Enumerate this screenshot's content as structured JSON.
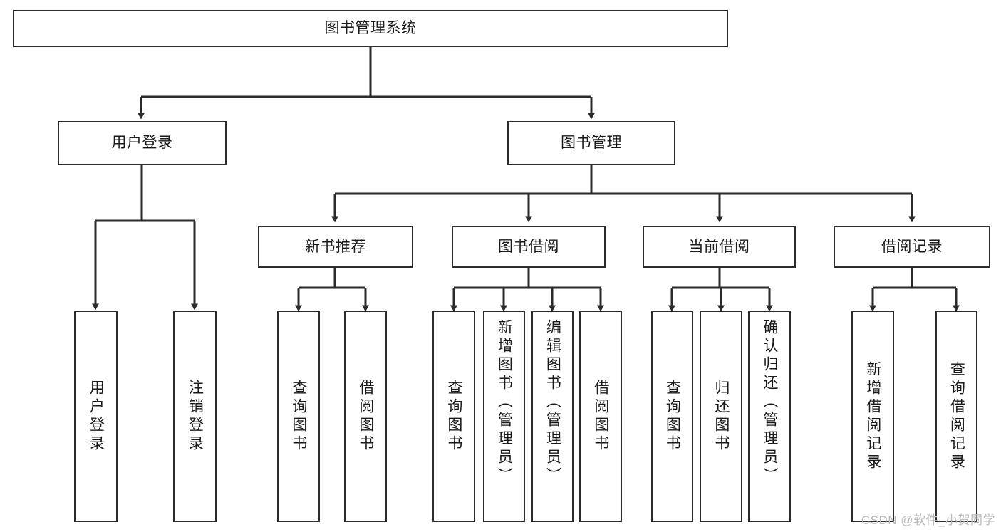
{
  "diagram": {
    "title": "图书管理系统",
    "type": "function-structure-tree",
    "orientation": "top-down",
    "root": {
      "id": "root",
      "label": "图书管理系统",
      "level": 1,
      "text_direction": "horizontal"
    },
    "level2": [
      {
        "id": "user-login",
        "label": "用户登录",
        "level": 2,
        "text_direction": "horizontal"
      },
      {
        "id": "book-management",
        "label": "图书管理",
        "level": 2,
        "text_direction": "horizontal"
      }
    ],
    "level3": [
      {
        "id": "new-book-recommend",
        "label": "新书推荐",
        "level": 3,
        "parent": "book-management",
        "text_direction": "horizontal"
      },
      {
        "id": "book-borrow",
        "label": "图书借阅",
        "level": 3,
        "parent": "book-management",
        "text_direction": "horizontal"
      },
      {
        "id": "current-borrow",
        "label": "当前借阅",
        "level": 3,
        "parent": "book-management",
        "text_direction": "horizontal"
      },
      {
        "id": "borrow-record",
        "label": "借阅记录",
        "level": 3,
        "parent": "book-management",
        "text_direction": "horizontal"
      }
    ],
    "leaves": [
      {
        "id": "leaf-user-login",
        "label": "用户登录",
        "parent": "user-login",
        "text_direction": "vertical"
      },
      {
        "id": "leaf-user-logout",
        "label": "注销登录",
        "parent": "user-login",
        "text_direction": "vertical"
      },
      {
        "id": "leaf-query-book-1",
        "label": "查询图书",
        "parent": "new-book-recommend",
        "text_direction": "vertical"
      },
      {
        "id": "leaf-borrow-book-1",
        "label": "借阅图书",
        "parent": "new-book-recommend",
        "text_direction": "vertical"
      },
      {
        "id": "leaf-query-book-2",
        "label": "查询图书",
        "parent": "book-borrow",
        "text_direction": "vertical"
      },
      {
        "id": "leaf-add-book",
        "label": "新增图书（管理员）",
        "parent": "book-borrow",
        "text_direction": "vertical"
      },
      {
        "id": "leaf-edit-book",
        "label": "编辑图书（管理员）",
        "parent": "book-borrow",
        "text_direction": "vertical"
      },
      {
        "id": "leaf-borrow-book-2",
        "label": "借阅图书",
        "parent": "book-borrow",
        "text_direction": "vertical"
      },
      {
        "id": "leaf-query-book-3",
        "label": "查询图书",
        "parent": "current-borrow",
        "text_direction": "vertical"
      },
      {
        "id": "leaf-return-book",
        "label": "归还图书",
        "parent": "current-borrow",
        "text_direction": "vertical"
      },
      {
        "id": "leaf-confirm-return",
        "label": "确认归还（管理员）",
        "parent": "current-borrow",
        "text_direction": "vertical"
      },
      {
        "id": "leaf-add-record",
        "label": "新增借阅记录",
        "parent": "borrow-record",
        "text_direction": "vertical"
      },
      {
        "id": "leaf-query-record",
        "label": "查询借阅记录",
        "parent": "borrow-record",
        "text_direction": "vertical"
      }
    ],
    "watermark": "CSDN @软件_小贺同学",
    "colors": {
      "box_border": "#2b2b2b",
      "box_fill": "#ffffff",
      "connector": "#2b2b2b",
      "text": "#1a1a1a",
      "watermark": "#b9b9b9",
      "background": "#ffffff"
    }
  }
}
